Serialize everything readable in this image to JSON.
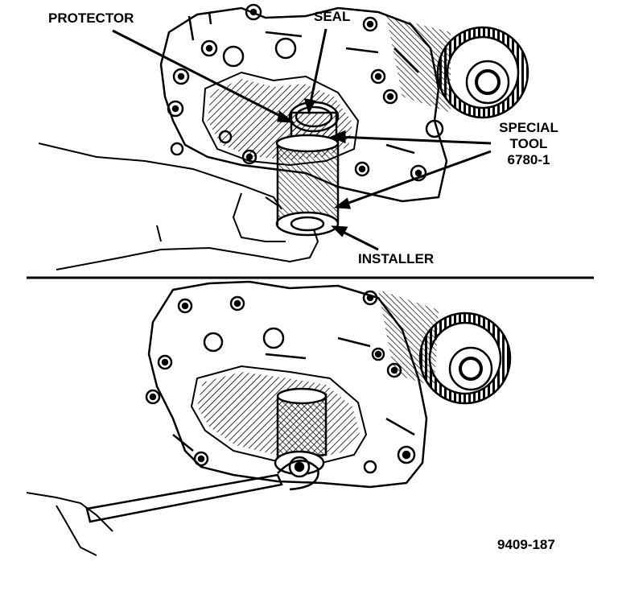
{
  "labels": {
    "protector": "PROTECTOR",
    "seal": "SEAL",
    "special_tool_line1": "SPECIAL",
    "special_tool_line2": "TOOL",
    "special_tool_line3": "6780-1",
    "installer": "INSTALLER",
    "figure_number": "9409-187"
  },
  "colors": {
    "ink": "#000000",
    "paper": "#ffffff",
    "hatch": "#000000"
  }
}
